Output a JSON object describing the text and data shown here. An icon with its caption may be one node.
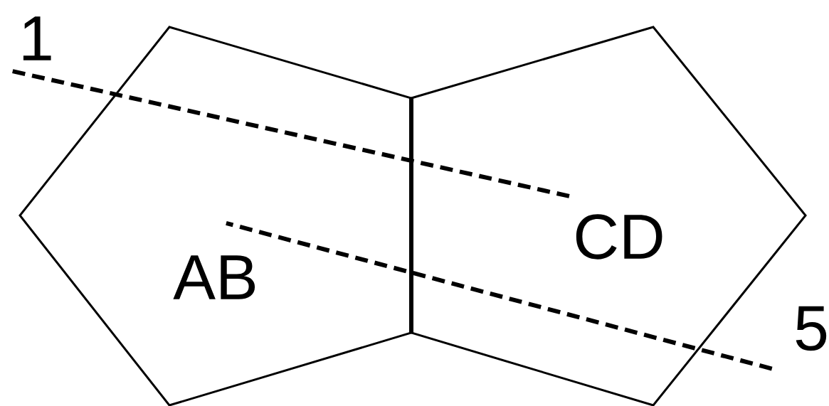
{
  "diagram": {
    "nodes": [
      {
        "text": [
          "AB"
        ]
      },
      {
        "text": [
          "CD"
        ]
      },
      {
        "text": [
          "1"
        ]
      },
      {
        "text": [
          "5"
        ]
      }
    ],
    "edges": [
      {
        "from": 2,
        "to": 1,
        "arrow": "none",
        "style": "dashed"
      },
      {
        "from": 3,
        "to": 0,
        "arrow": "none",
        "style": "dashed"
      }
    ]
  }
}
